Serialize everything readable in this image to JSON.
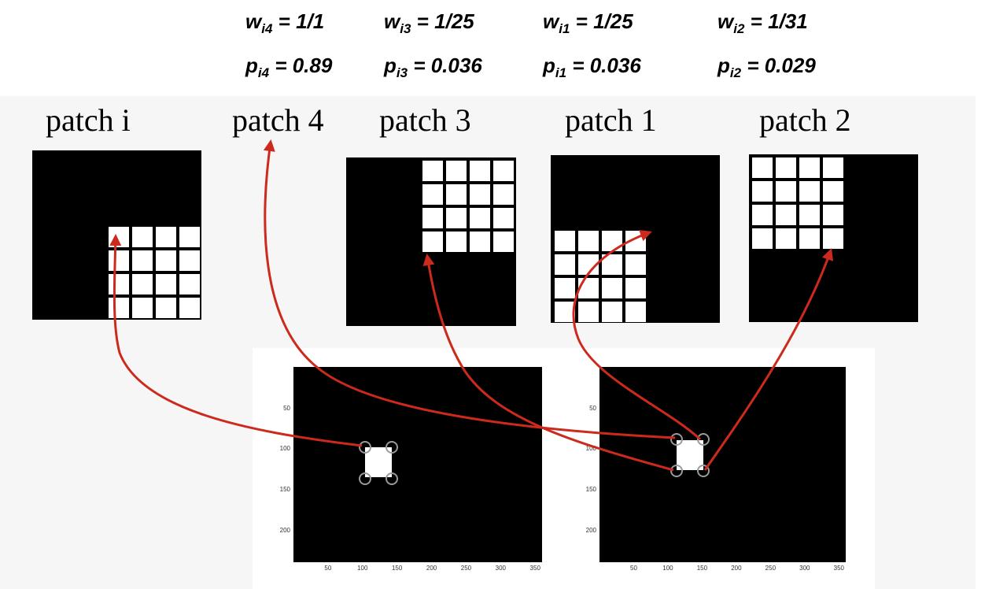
{
  "weights": [
    {
      "prefix": "w",
      "sub": "i4",
      "value": "= 1/1"
    },
    {
      "prefix": "w",
      "sub": "i3",
      "value": "= 1/25"
    },
    {
      "prefix": "w",
      "sub": "i1",
      "value": "= 1/25"
    },
    {
      "prefix": "w",
      "sub": "i2",
      "value": "= 1/31"
    }
  ],
  "probs": [
    {
      "prefix": "p",
      "sub": "i4",
      "value": "= 0.89"
    },
    {
      "prefix": "p",
      "sub": "i3",
      "value": "= 0.036"
    },
    {
      "prefix": "p",
      "sub": "i1",
      "value": "= 0.036"
    },
    {
      "prefix": "p",
      "sub": "i2",
      "value": "= 0.029"
    }
  ],
  "patch_labels": [
    "patch i",
    "patch 4",
    "patch 3",
    "patch 1",
    "patch 2"
  ],
  "plots": [
    {
      "yticks": [
        "50",
        "100",
        "150",
        "200"
      ],
      "xticks": [
        "50",
        "100",
        "150",
        "200",
        "250",
        "300",
        "350"
      ]
    },
    {
      "yticks": [
        "50",
        "100",
        "150",
        "200"
      ],
      "xticks": [
        "50",
        "100",
        "150",
        "200",
        "250",
        "300",
        "350"
      ]
    }
  ],
  "colors": {
    "arrow": "#cc2a1c",
    "corner_circle": "#9a9a9a",
    "background_band": "#f6f6f6"
  }
}
